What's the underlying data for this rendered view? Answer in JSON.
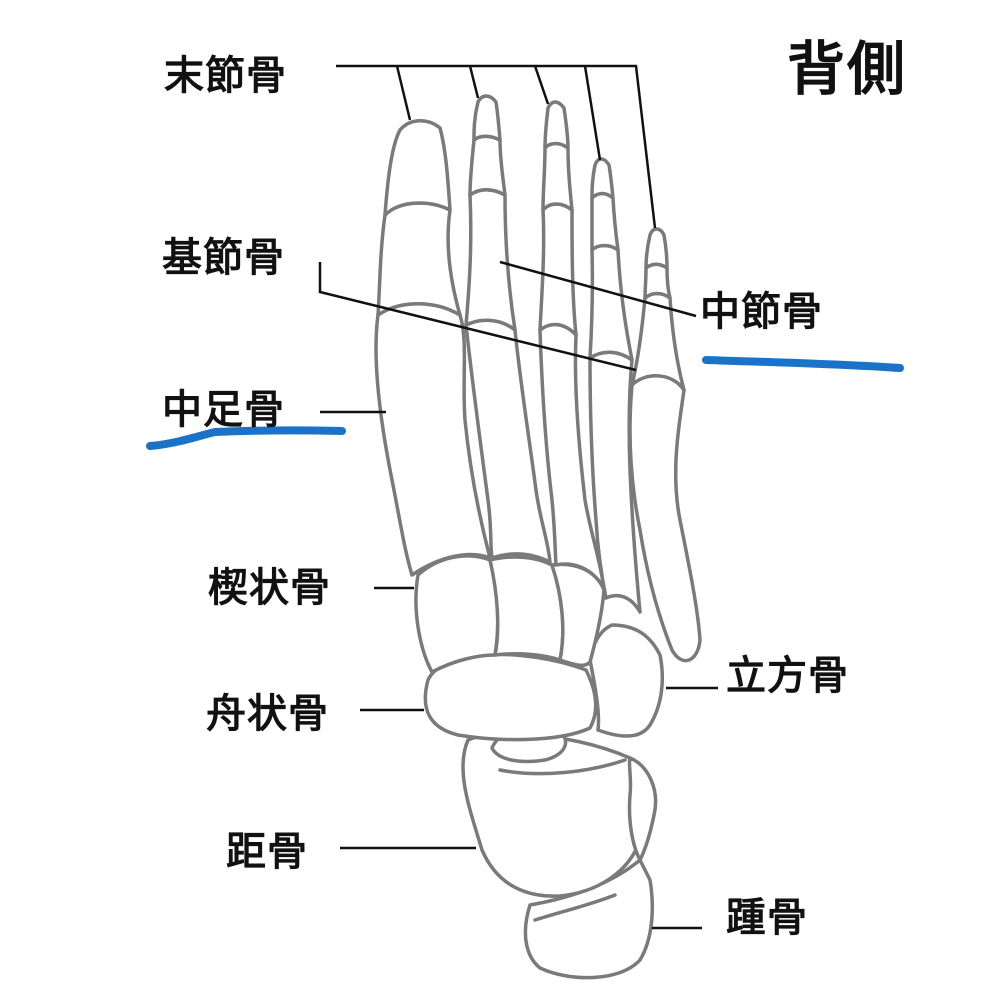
{
  "title": "背側",
  "labels": {
    "distal_phalanx": "末節骨",
    "proximal_phalanx": "基節骨",
    "middle_phalanx": "中節骨",
    "metatarsal": "中足骨",
    "cuneiform": "楔状骨",
    "navicular": "舟状骨",
    "cuboid": "立方骨",
    "talus": "距骨",
    "calcaneus": "踵骨"
  },
  "colors": {
    "bone_outline": "#7a7a7a",
    "leader_line": "#111111",
    "highlight": "#1a73c8",
    "text": "#111111"
  }
}
